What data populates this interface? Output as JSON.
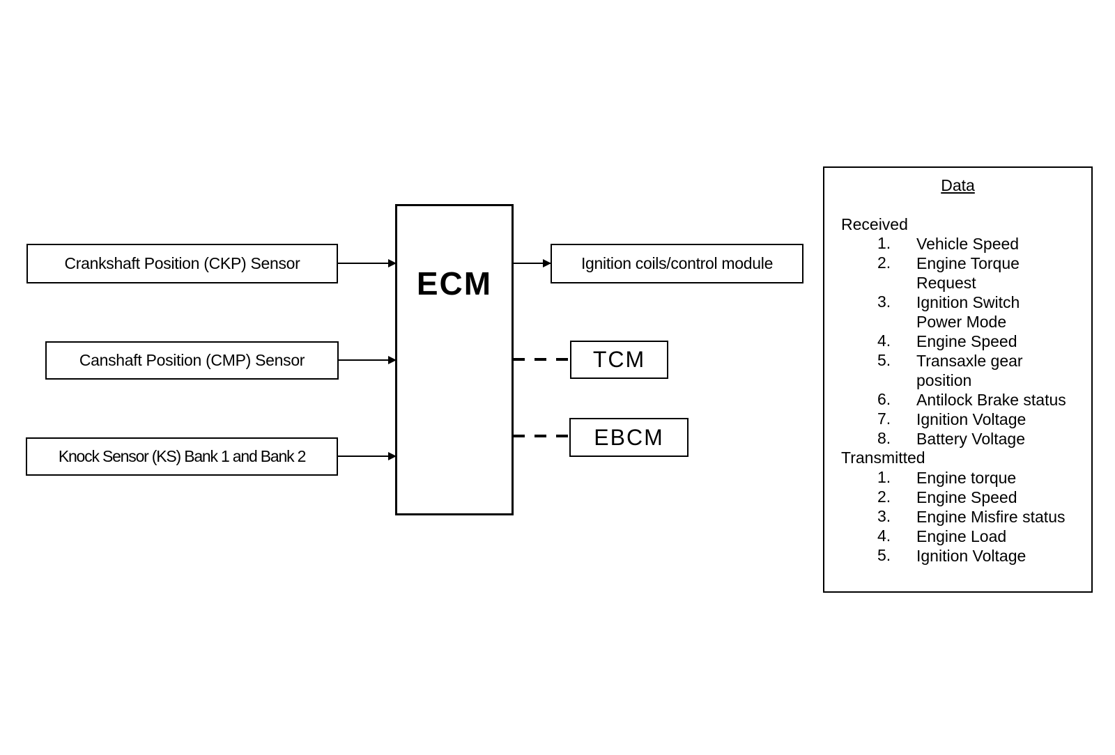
{
  "sensors": {
    "ckp": "Crankshaft Position (CKP) Sensor",
    "cmp": "Canshaft Position (CMP) Sensor",
    "ks": "Knock Sensor (KS) Bank 1 and Bank 2"
  },
  "ecm": {
    "label": "ECM"
  },
  "outputs": {
    "ignition": "Ignition coils/control module",
    "tcm": "TCM",
    "ebcm": "EBCM"
  },
  "data_panel": {
    "title": "Data",
    "received_heading": "Received",
    "received": [
      {
        "num": "1.",
        "lines": [
          "Vehicle Speed"
        ]
      },
      {
        "num": "2.",
        "lines": [
          "Engine Torque",
          "Request"
        ]
      },
      {
        "num": "3.",
        "lines": [
          "Ignition Switch",
          "Power Mode"
        ]
      },
      {
        "num": "4.",
        "lines": [
          "Engine Speed"
        ]
      },
      {
        "num": "5.",
        "lines": [
          "Transaxle gear",
          "position"
        ]
      },
      {
        "num": "6.",
        "lines": [
          "Antilock Brake status"
        ]
      },
      {
        "num": "7.",
        "lines": [
          "Ignition Voltage"
        ]
      },
      {
        "num": "8.",
        "lines": [
          "Battery Voltage"
        ]
      }
    ],
    "transmitted_heading": "Transmitted",
    "transmitted": [
      {
        "num": "1.",
        "lines": [
          "Engine torque"
        ]
      },
      {
        "num": "2.",
        "lines": [
          "Engine Speed"
        ]
      },
      {
        "num": "3.",
        "lines": [
          "Engine Misfire status"
        ]
      },
      {
        "num": "4.",
        "lines": [
          "Engine Load"
        ]
      },
      {
        "num": "5.",
        "lines": [
          "Ignition Voltage"
        ]
      }
    ]
  }
}
